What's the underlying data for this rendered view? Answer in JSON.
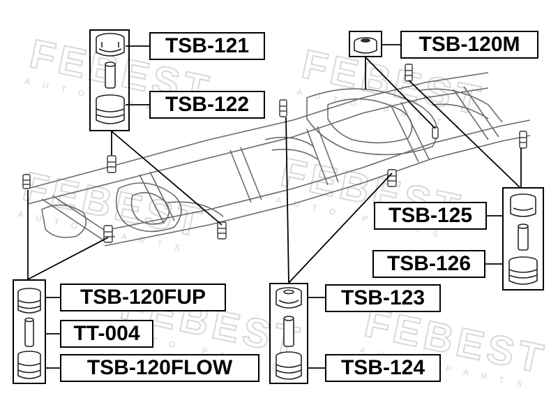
{
  "brand": {
    "watermark": "FEBEST",
    "subtitle": "AUTO PARTS"
  },
  "parts": {
    "tsb_121": "TSB-121",
    "tsb_122": "TSB-122",
    "tsb_120m": "TSB-120M",
    "tsb_125": "TSB-125",
    "tsb_126": "TSB-126",
    "tsb_120fup": "TSB-120FUP",
    "tt_004": "TT-004",
    "tsb_120flow": "TSB-120FLOW",
    "tsb_123": "TSB-123",
    "tsb_124": "TSB-124"
  },
  "colors": {
    "line": "#000000",
    "frame": "#6a6a6a",
    "part_dark": "#333333",
    "watermark": "#d4d4d4"
  },
  "icons": [
    "bushing-icon",
    "sleeve-icon",
    "frame-chassis"
  ]
}
